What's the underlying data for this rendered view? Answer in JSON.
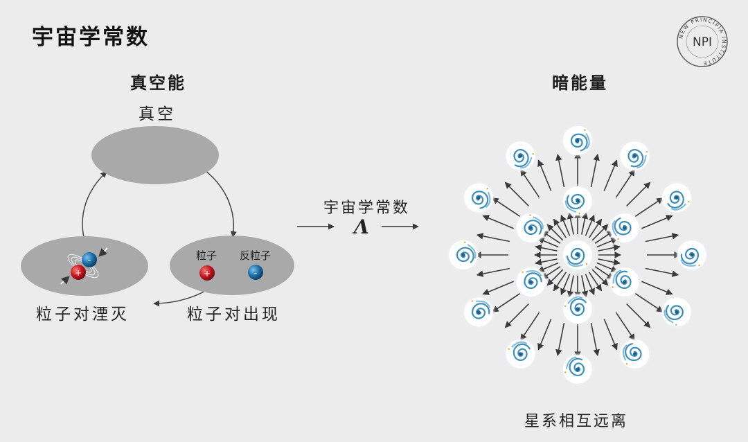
{
  "page_title": "宇宙学常数",
  "logo": {
    "text": "NPI",
    "ring_text": "NEW PRINCIPIA INSTITUTE"
  },
  "vacuum_energy": {
    "title": "真空能",
    "vacuum_label": "真空",
    "annihilation_label": "粒子对湮灭",
    "creation_label": "粒子对出现",
    "particle_label": "粒子",
    "antiparticle_label": "反粒子",
    "plus_sign": "+",
    "minus_sign": "-"
  },
  "middle": {
    "label": "宇宙学常数",
    "symbol": "Λ"
  },
  "dark_energy": {
    "title": "暗能量",
    "galaxies_label": "星系相互远离"
  },
  "colors": {
    "background": "#ececec",
    "ellipse": "#a9a9a9",
    "particle_red": "#c8161d",
    "antiparticle_blue": "#1d6fa8",
    "galaxy_blue": "#3a8fbf",
    "arrow": "#3a3a3a"
  }
}
